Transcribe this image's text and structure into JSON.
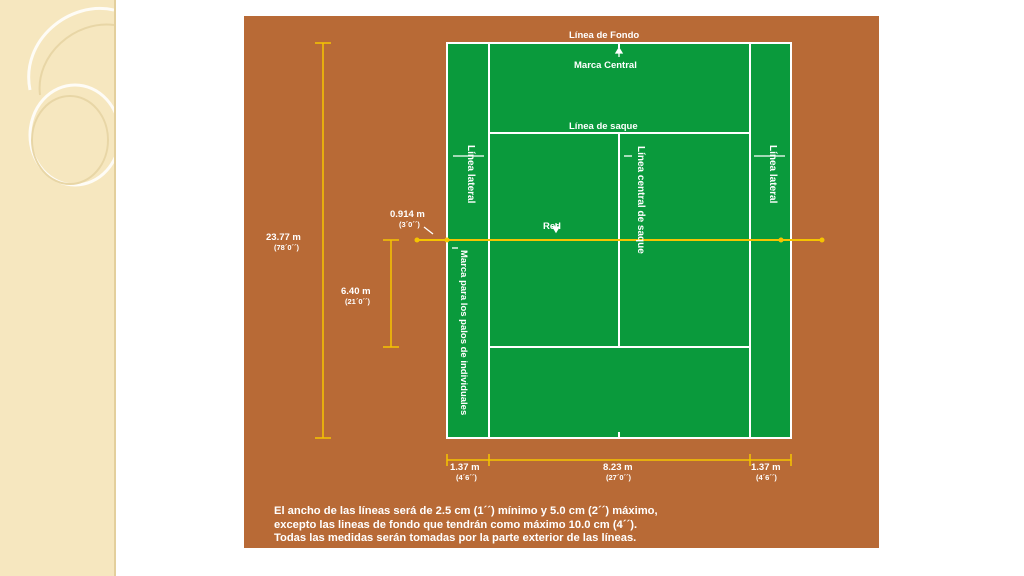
{
  "diagram": {
    "labels": {
      "baseline": "Línea de Fondo",
      "center_mark": "Marca Central",
      "service_line": "Línea de saque",
      "sideline_left": "Línea lateral",
      "sideline_right": "Línea lateral",
      "center_service_line": "Línea central de saque",
      "net": "Red",
      "singles_posts_mark": "Marca para los palos de individuales"
    },
    "measurements": {
      "length": {
        "value": "23.77 m",
        "imperial": "(78´0´´)"
      },
      "service_box": {
        "value": "6.40 m",
        "imperial": "(21´0´´)"
      },
      "post_offset": {
        "value": "0.914 m",
        "imperial": "(3´0´´)"
      },
      "alley_left": {
        "value": "1.37 m",
        "imperial": "(4´6´´)"
      },
      "singles_width": {
        "value": "8.23 m",
        "imperial": "(27´0´´)"
      },
      "alley_right": {
        "value": "1.37 m",
        "imperial": "(4´6´´)"
      }
    },
    "note": [
      "El ancho de las líneas será de 2.5 cm (1´´) mínimo y 5.0 cm (2´´) máximo,",
      "excepto las lineas de fondo que tendrán como máximo 10.0 cm (4´´).",
      "Todas las medidas serán tomadas por la parte exterior de las líneas."
    ],
    "colors": {
      "surround": "#b86a36",
      "court": "#0a9a3c",
      "lines": "#ffffff",
      "measure": "#f5c400"
    }
  }
}
